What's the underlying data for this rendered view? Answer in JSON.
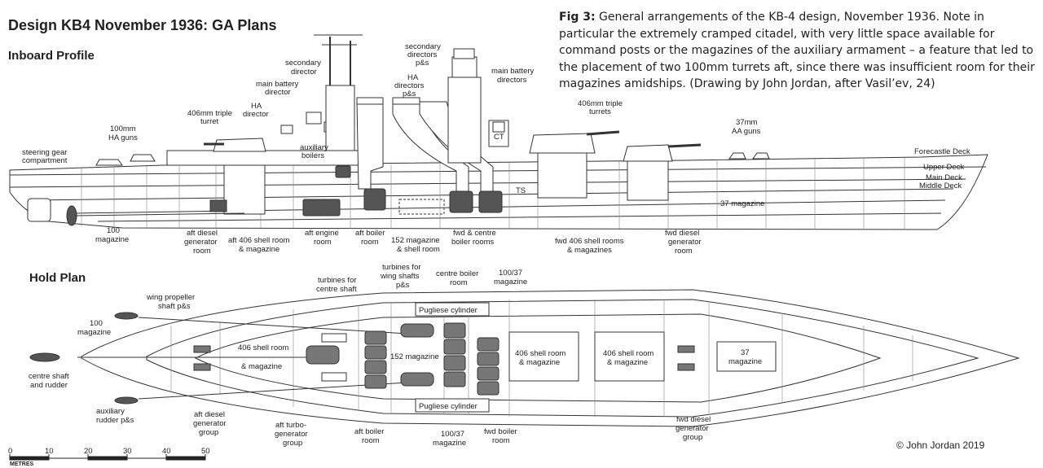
{
  "title": "Design KB4 November 1936: GA Plans",
  "inboard_title": "Inboard Profile",
  "hold_title": "Hold Plan",
  "caption": {
    "lead": "Fig 3:",
    "text": " General arrangements of the KB-4 design, November 1936. Note in particular the extremely cramped citadel, with very little space available for command posts or the magazines of the auxiliary armament – a feature that led to the placement of two 100mm turrets aft, since there was insufficient room for their magazines amidships. (Drawing by John Jordan, after Vasil’ev, 24)"
  },
  "copyright": "© John Jordan 2019",
  "scale": {
    "ticks": [
      "0",
      "10",
      "20",
      "30",
      "40",
      "50"
    ],
    "unit": "METRES"
  },
  "profile_labels": {
    "steering": [
      "steering gear",
      "compartment"
    ],
    "ha_guns": [
      "100mm",
      "HA guns"
    ],
    "turret_aft": [
      "406mm triple",
      "turret"
    ],
    "ha_director": [
      "HA",
      "director"
    ],
    "mb_director_aft": [
      "main battery",
      "director"
    ],
    "sec_director_aft": [
      "secondary",
      "director"
    ],
    "aux_boilers": [
      "auxiliary",
      "boilers"
    ],
    "sec_directors_fwd": [
      "secondary",
      "directors",
      "p&s"
    ],
    "ha_directors_fwd": [
      "HA",
      "directors",
      "p&s"
    ],
    "mb_directors_fwd": [
      "main battery",
      "directors"
    ],
    "turrets_fwd": [
      "406mm triple",
      "turrets"
    ],
    "aa_guns": [
      "37mm",
      "AA guns"
    ],
    "decks": [
      "Forecastle Deck",
      "Upper Deck",
      "Main Deck",
      "Middle Deck"
    ],
    "ts": "TS",
    "ct": "CT",
    "mag37": "37 magazine",
    "mag100": [
      "100",
      "magazine"
    ],
    "aft_diesel": [
      "aft diesel",
      "generator",
      "room"
    ],
    "aft_shell": [
      "aft 406 shell room",
      "& magazine"
    ],
    "aft_engine": [
      "aft engine",
      "room"
    ],
    "aft_boiler": [
      "aft boiler",
      "room"
    ],
    "mag152": [
      "152 magazine",
      "& shell room"
    ],
    "fwd_boilers": [
      "fwd & centre",
      "boiler rooms"
    ],
    "fwd_shell": [
      "fwd 406 shell rooms",
      "& magazines"
    ],
    "fwd_diesel": [
      "fwd diesel",
      "generator",
      "room"
    ]
  },
  "hold_labels": {
    "wing_prop": [
      "wing propeller",
      "shaft p&s"
    ],
    "mag100": [
      "100",
      "magazine"
    ],
    "centre_shaft": [
      "centre shaft",
      "and rudder"
    ],
    "aux_rudder": [
      "auxiliary",
      "rudder p&s"
    ],
    "aft_diesel": [
      "aft diesel",
      "generator",
      "group"
    ],
    "shell406_aft": [
      "406 shell room",
      "& magazine"
    ],
    "turb_centre": [
      "turbines for",
      "centre shaft"
    ],
    "turb_wing": [
      "turbines for",
      "wing shafts",
      "p&s"
    ],
    "aft_turbo": [
      "aft turbo-",
      "generator",
      "group"
    ],
    "aft_boiler": [
      "aft boiler",
      "room"
    ],
    "mag152": "152 magazine",
    "centre_boiler": [
      "centre boiler",
      "room"
    ],
    "pugliese": "Pugliese cylinder",
    "mag100_37_top": [
      "100/37",
      "magazine"
    ],
    "mag100_37_bot": [
      "100/37",
      "magazine"
    ],
    "fwd_boiler": [
      "fwd boiler",
      "room"
    ],
    "shell406_mid": [
      "406 shell room",
      "& magazine"
    ],
    "shell406_fwd": [
      "406 shell room",
      "& magazine"
    ],
    "mag37": [
      "37",
      "magazine"
    ],
    "fwd_diesel": [
      "fwd diesel",
      "generator",
      "group"
    ]
  }
}
